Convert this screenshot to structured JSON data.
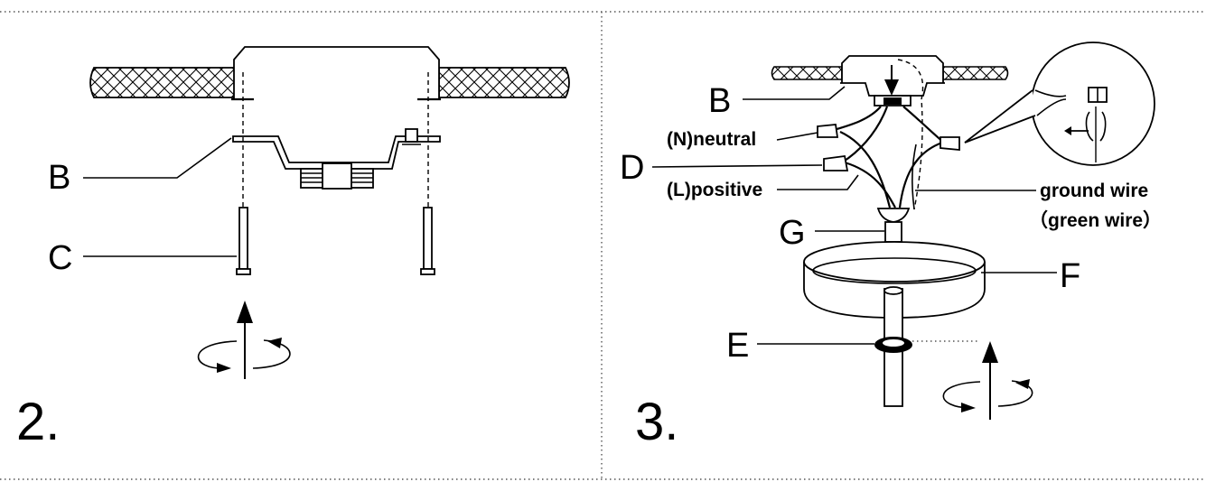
{
  "panels": [
    {
      "step": "2.",
      "labels": {
        "b": "B",
        "c": "C"
      }
    },
    {
      "step": "3.",
      "labels": {
        "b": "B",
        "d": "D",
        "g": "G",
        "e": "E",
        "f": "F",
        "neutral": "(N)neutral",
        "positive": "(L)positive",
        "ground": "ground wire",
        "ground_note": "（green wire）"
      }
    }
  ]
}
